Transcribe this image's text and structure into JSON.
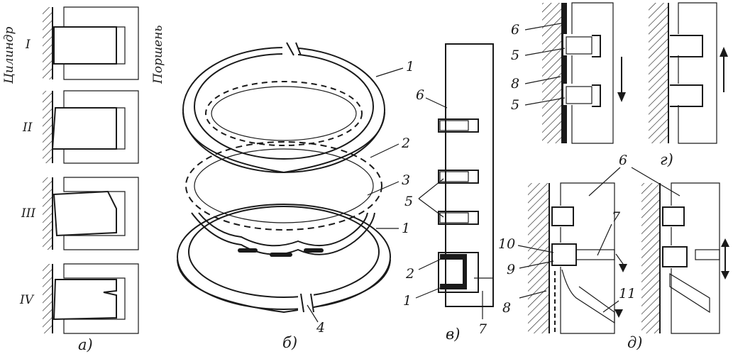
{
  "side_labels": {
    "cylinder": "Цилиндр",
    "piston": "Поршень"
  },
  "roman": [
    "I",
    "II",
    "III",
    "IV"
  ],
  "captions": {
    "a": "а)",
    "b": "б)",
    "v": "в)",
    "g": "г)",
    "d": "д)"
  },
  "callouts_b": [
    "1",
    "2",
    "3",
    "1",
    "4"
  ],
  "callouts_v": [
    "6",
    "5",
    "2",
    "1",
    "7"
  ],
  "callouts_g": [
    "6",
    "5",
    "8",
    "5"
  ],
  "callouts_d": [
    "6",
    "7",
    "10",
    "9",
    "11",
    "8"
  ]
}
